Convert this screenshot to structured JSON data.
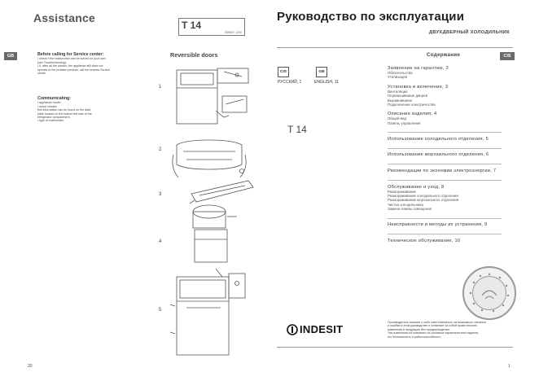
{
  "left_page": {
    "title": "Assistance",
    "model": "T 14",
    "model_code": "059597 1200",
    "lang_tab": "GB",
    "service_heading": "Before calling for Service center:",
    "service_lines": [
      "• check if the malfunction can be solved on your own",
      "(see Troubleshooting);",
      "• if, after all the checks, the appliance still does not",
      "operate or the problem persists, call the nearest Service",
      "centre."
    ],
    "communicate_heading": "Communicating:",
    "communicate_lines": [
      "• appliance model",
      "• serial number",
      "this information can be found on the data",
      "plate located on the bottom left side of the",
      "refrigerator compartment.",
      "• type of malfunction"
    ],
    "reversible_title": "Reversible doors",
    "steps": [
      "1",
      "2",
      "3",
      "4",
      "5"
    ],
    "page_number": "20"
  },
  "right_page": {
    "title": "Руководство по эксплуатации",
    "subtitle": "ДВУХДВЕРНЫЙ ХОЛОДИЛЬНИК",
    "lang_tab": "CIS",
    "lang_boxes": [
      {
        "code": "CIS",
        "label": "РУССКИЙ, 1"
      },
      {
        "code": "GB",
        "label": "ENGLISH, 11"
      }
    ],
    "model": "T 14",
    "toc_heading": "Содержание",
    "toc": [
      {
        "title": "Заявление на гарантию, 2",
        "subs": [
          "Обязательства",
          "Утилизация"
        ]
      },
      {
        "title": "Установка и включение, 3",
        "subs": [
          "Вентиляция",
          "Перевешивание дверей",
          "Выравнивание",
          "Подключение электричества"
        ]
      },
      {
        "title": "Описание изделия, 4",
        "subs": [
          "Общий вид",
          "Панель управления"
        ]
      },
      {
        "title": "Использование холодильного отделения, 5",
        "subs": []
      },
      {
        "title": "Использование морозильного отделения, 6",
        "subs": []
      },
      {
        "title": "Рекомендации по экономии электроэнергии, 7",
        "subs": []
      },
      {
        "title": "Обслуживание и уход, 8",
        "subs": [
          "Размораживание",
          "Размораживание холодильного отделения",
          "Размораживание морозильного отделения",
          "Чистка холодильника",
          "Замена лампы освещения"
        ]
      },
      {
        "title": "Неисправности и методы их устранения, 9",
        "subs": []
      },
      {
        "title": "Техническое обслуживание, 10",
        "subs": []
      }
    ],
    "brand": "INDESIT",
    "disclaimer_lines": [
      "Производитель снимает с себя ответственность за возможные опечатки",
      "и ошибки в этом руководстве и оставляет за собой право вносить",
      "изменения в продукцию без предупреждения.",
      "Эти изменения не повлияют на основные характеристики изделия,",
      "его безопасность и работоспособность."
    ],
    "page_number": "1"
  },
  "colors": {
    "tab_gray": "#6a6a6a",
    "rule_gray": "#999999"
  }
}
